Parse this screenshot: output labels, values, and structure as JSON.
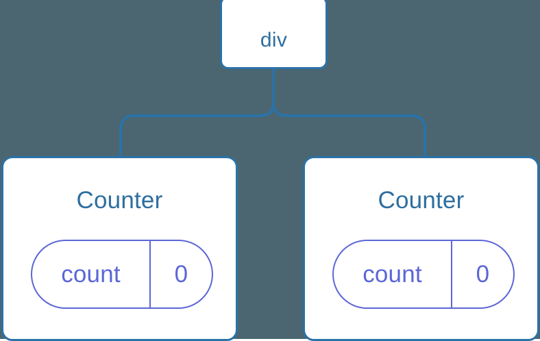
{
  "diagram": {
    "type": "component-tree",
    "background_color": "#4b6670",
    "node_fill_color": "#ffffff",
    "node_border_color": "#2a72a8",
    "node_text_color": "#2d6e9f",
    "connector_color": "#2a72a8",
    "state_accent_color": "#5c66d6",
    "root": {
      "label": "div"
    },
    "children": [
      {
        "label": "Counter",
        "state": {
          "key": "count",
          "value": "0"
        }
      },
      {
        "label": "Counter",
        "state": {
          "key": "count",
          "value": "0"
        }
      }
    ]
  }
}
